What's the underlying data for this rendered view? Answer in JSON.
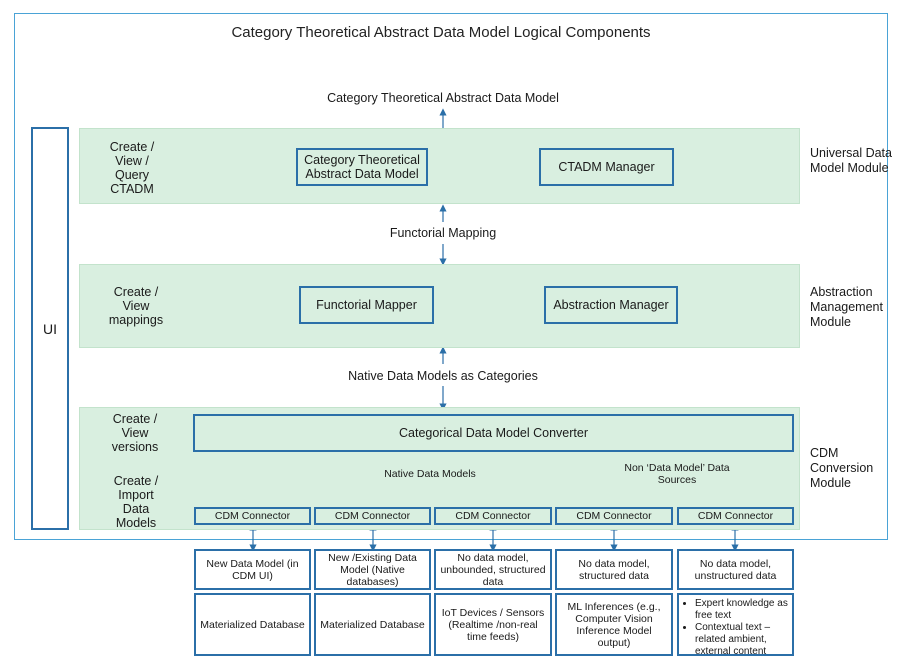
{
  "title": "Category Theoretical Abstract Data Model Logical Components",
  "top_label": "Category Theoretical Abstract Data Model",
  "ui_label": "UI",
  "universal": {
    "side_label": "Create / View / Query CTADM",
    "box1": "Category Theoretical Abstract Data Model",
    "box2": "CTADM Manager",
    "module": "Universal Data Model Module"
  },
  "functorial_mapping": "Functorial Mapping",
  "abstraction": {
    "side_label": "Create / View mappings",
    "box1": "Functorial Mapper",
    "box2": "Abstraction Manager",
    "module": "Abstraction Management Module"
  },
  "native_categories": "Native Data Models as Categories",
  "cdm": {
    "side_label_1": "Create / View versions",
    "side_label_2": "Create / Import Data Models",
    "converter": "Categorical Data Model Converter",
    "native_models": "Native Data Models",
    "non_data_model": "Non ‘Data Model’ Data Sources",
    "module": "CDM Conversion Module",
    "connectors": [
      "CDM Connector",
      "CDM Connector",
      "CDM Connector",
      "CDM Connector",
      "CDM Connector"
    ]
  },
  "sources_row1": [
    "New Data Model (in CDM UI)",
    "New /Existing Data Model (Native databases)",
    "No data model, unbounded, structured data",
    "No data model, structured data",
    "No data model, unstructured data"
  ],
  "sources_row2": [
    "Materialized Database",
    "Materialized Database",
    "IoT Devices / Sensors (Realtime /non-real time feeds)",
    "ML Inferences (e.g., Computer Vision Inference Model output)"
  ],
  "sources_row2_bullets": [
    "Expert knowledge as free text",
    "Contextual text – related ambient, external content"
  ],
  "colors": {
    "border": "#2b6fa8",
    "band": "#d9efe0",
    "outer": "#4aa3d6"
  }
}
